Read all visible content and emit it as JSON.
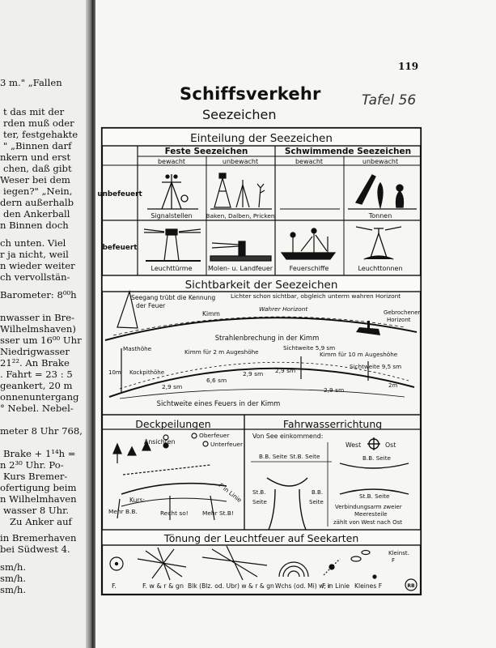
{
  "left_page": {
    "lines": [
      "3 m.\"  „Fallen",
      "t das mit der",
      "rden muß oder",
      "ter, festgehakte",
      "\" „Binnen darf",
      "nkern und erst",
      "chen, daß gibt",
      "Weser bei dem",
      "iegen?\"  „Nein,",
      "dern außerhalb",
      "den Ankerball",
      "n Binnen doch",
      "ch unten. Viel",
      "r ja nicht, weil",
      "n wieder weiter",
      "ch vervollstän-",
      "Barometer: 8⁰⁰h",
      "nwasser in Bre-",
      "Wilhelmshaven)",
      "sser um 16⁰⁰ Uhr",
      "Niedrigwasser",
      "21²². An Brake",
      ". Fahrt = 23 : 5",
      "geankert, 20 m",
      "onnenuntergang",
      "° Nebel. Nebel-",
      "meter 8 Uhr 768,",
      "Brake + 1¹⁴h =",
      "n 2³⁰ Uhr. Po-",
      "Kurs Bremer-",
      "ofertigung beim",
      "n Wilhelmhaven",
      "wasser 8 Uhr.",
      "Zu Anker auf",
      "in Bremerhaven",
      "bei Südwest 4.",
      "sm/h.",
      "sm/h.",
      "sm/h."
    ]
  },
  "page_number": "119",
  "title": "Schiffsverkehr",
  "subtitle": "Seezeichen",
  "handwritten_note": "Tafel 56",
  "plate": {
    "section1": {
      "title": "Einteilung der Seezeichen",
      "col_fixed": "Feste Seezeichen",
      "col_floating": "Schwimmende Seezeichen",
      "manned": "bewacht",
      "unmanned": "unbewacht",
      "row_unlit": "unbefeuert",
      "row_lit": "befeuert",
      "cells": [
        "Signalstellen",
        "Baken, Dalben, Pricken",
        "Tonnen",
        "Leuchttürme",
        "Molen- u. Landfeuer",
        "Feuerschiffe",
        "Leuchttonnen"
      ]
    },
    "section2": {
      "title": "Sichtbarkeit der Seezeichen",
      "labels": {
        "seegang": "Seegang trübt die Kennung",
        "der_feuer": "der Feuer",
        "kimm": "Kimm",
        "lichter": "Lichter schon sichtbar, obgleich unterm wahren Horizont",
        "wahrer": "Wahrer Horizont",
        "gebrochener": "Gebrochener",
        "horizont": "Horizont",
        "strahlen": "Strahlenbrechung in der Kimm",
        "masthoehe": "Masthöhe",
        "kimm2": "Kimm für 2 m Augeshöhe",
        "sw59": "Sichtweite 5,9 sm",
        "kimm10": "Kimm für 10 m Augeshöhe",
        "sw95": "Sichtweite 9,5 sm",
        "kockpit": "Kockpithöhe",
        "h10m": "10m",
        "h2m": "2m",
        "d29a": "2,9 sm",
        "d66": "6,6 sm",
        "d29b": "2,9 sm",
        "d29c": "2,9 sm",
        "d29d": "2,9 sm",
        "bottom": "Sichtweite eines Feuers in der Kimm"
      }
    },
    "section3": {
      "title": "Deckpeilungen",
      "ansichten": "Ansichten",
      "oberfeuer": "Oberfeuer",
      "unterfeuer": "Unterfeuer",
      "kurs": "Kurs:",
      "mehr_bb": "Mehr B.B.",
      "recht_so": "Recht so!",
      "mehr_stb": "Mehr St.B!",
      "f_in_linie": "F in Linie"
    },
    "section4": {
      "title": "Fahrwasserrichtung",
      "von_see": "Von See einkommend:",
      "bb_seite": "B.B. Seite",
      "stb_seite": "St.B. Seite",
      "west": "West",
      "ost": "Ost",
      "bb_seite2": "B.B. Seite",
      "stb_seite2": "St.B. Seite",
      "stb": "St.B.",
      "seite": "Seite",
      "bb": "B.B.",
      "seite2": "Seite",
      "verbindung": "Verbindungsarm zweier",
      "meeresteile": "Meeresteile",
      "zaehlt": "zählt von West nach Ost"
    },
    "section5": {
      "title": "Tönung der Leuchtfeuer auf Seekarten",
      "items": [
        "F.",
        "F. w & r & gn",
        "Blk (Blz. od. Ubr) w & r & gn",
        "Wchs (od. Mi) w; r",
        "F in Linie",
        "Kleines F"
      ],
      "kleinst": "Kleinst.",
      "kleinst_f": "F",
      "logo": "RB"
    }
  }
}
